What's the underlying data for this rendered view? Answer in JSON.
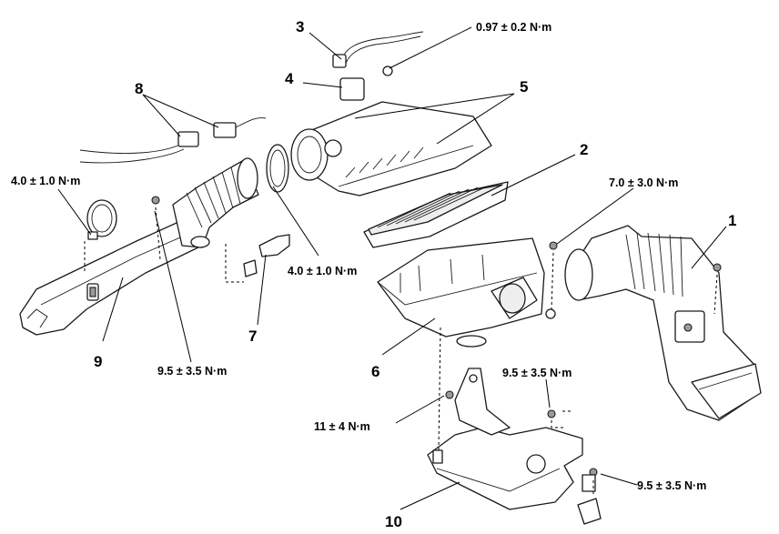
{
  "callouts": {
    "p1": "1",
    "p2": "2",
    "p3": "3",
    "p4": "4",
    "p5": "5",
    "p6": "6",
    "p7": "7",
    "p8": "8",
    "p9": "9",
    "p10": "10"
  },
  "torque_specs": {
    "sensor_bolt": "0.97 ± 0.2 N·m",
    "clamp_left": "4.0 ± 1.0 N·m",
    "clamp_center": "4.0 ± 1.0 N·m",
    "inlet_bolt": "7.0 ± 3.0 N·m",
    "duct_bolt": "9.5 ± 3.5 N·m",
    "bracket_bolt_upper": "9.5 ± 3.5 N·m",
    "bracket_bolt_lower": "9.5 ± 3.5 N·m",
    "case_bolt": "11 ± 4 N·m"
  }
}
